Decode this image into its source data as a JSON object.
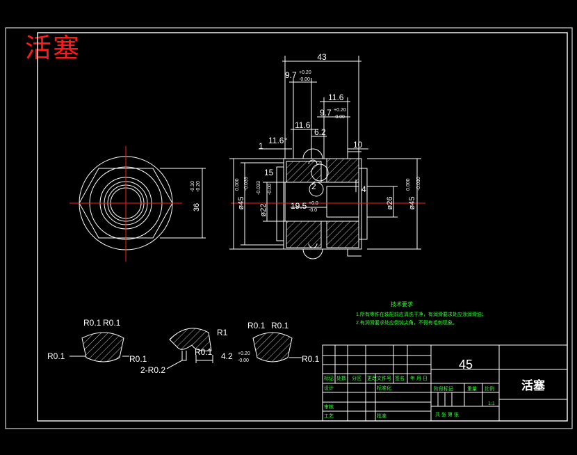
{
  "drawing": {
    "title_top": "活塞",
    "colors": {
      "background": "#000000",
      "lines": "#ffffff",
      "center": "#ff2020",
      "notes": "#33ff33",
      "title_red": "#ff1a1a"
    },
    "dims": {
      "d43": "43",
      "d97a": "9.7",
      "d97a_tol_up": "+0.20",
      "d97a_tol_dn": "-0.00",
      "d116a": "11.6",
      "d116b": "11.6",
      "d97b": "9.7",
      "d97b_tol_up": "+0.20",
      "d97b_tol_dn": "-0.00",
      "d62": "6.2",
      "d10": "10",
      "d1": "1",
      "d116deg": "11.6°",
      "d15": "15",
      "d2": "2",
      "d4": "4",
      "d195": "19.5",
      "d195_tol_up": "+0.0",
      "d195_tol_dn": "-0.0",
      "d36": "36",
      "d36_tol_up": "-0.10",
      "d36_tol_dn": "-0.20",
      "d45a": "ø45",
      "d45a_tol_up": "0.000",
      "d45a_tol_dn": "-0.039",
      "d22": "ø22",
      "d22_tol_up": "-0.033",
      "d22_tol_dn": "-0.00",
      "d26": "ø26",
      "d45b": "ø45",
      "d45b_tol_up": "0.000",
      "d45b_tol_dn": "-0.030"
    },
    "details": {
      "a_r1": "R0.1",
      "a_r2": "R0.1",
      "a_r3": "R0.1",
      "a_r4": "R0.1",
      "b_r1": "R1",
      "b_r2": "R0.1",
      "b_r3": "2-R0.2",
      "b_dim": "4.2",
      "b_dim_up": "+0.20",
      "b_dim_dn": "-0.00",
      "c_r1": "R0.1",
      "c_r2": "R0.1",
      "c_r3": "R0.1"
    },
    "notes": {
      "heading": "技术要求",
      "line1": "1.所有零件在装配前应清洗干净，有润滑要求处应涂润滑油；",
      "line2": "2.有润滑要求处应倒钝尖角，不得有毛刺现象。"
    },
    "title_block": {
      "material": "45",
      "part_name": "活塞",
      "scale": "1:1",
      "labels": {
        "mark": "标记",
        "count": "处数",
        "zone": "分区",
        "change_doc": "更改文件号",
        "sign": "签名",
        "date": "年 月 日",
        "design": "设计",
        "standardize": "标准化",
        "stage": "阶段标记",
        "weight": "重量",
        "ratio": "比例",
        "check": "审核",
        "craft": "工艺",
        "approve": "批准",
        "sheets": "共 张 第 张"
      }
    }
  }
}
